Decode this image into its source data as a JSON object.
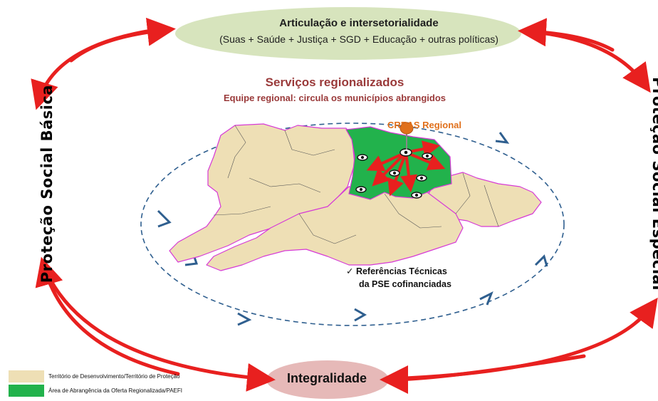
{
  "top_node": {
    "title": "Articulação e intersetorialidade",
    "subtitle": "(Suas + Saúde + Justiça + SGD + Educação + outras políticas)"
  },
  "left_label": "Proteção Social Básica",
  "right_label": "Proteção Social Especial",
  "center": {
    "title": "Serviços regionalizados",
    "subtitle": "Equipe regional: circula os municípios abrangidos"
  },
  "creas_label": "CREAS Regional",
  "references": {
    "line1": "✓  Referências Técnicas",
    "line2": "da PSE cofinanciadas"
  },
  "bottom_node": {
    "title": "Integralidade"
  },
  "legend": [
    {
      "label": "Território de Desenvolvimento/Território de Proteção",
      "color": "#eedfb5"
    },
    {
      "label": "Área de Abrangência da Oferta Regionalizada/PAEFI",
      "color": "#22b24c"
    }
  ],
  "colors": {
    "top_ellipse": "#d7e4bd",
    "bottom_ellipse": "#e6b9b8",
    "red_arrow": "#e8201f",
    "dashed_cycle": "#2f5f8f",
    "map_beige": "#eedfb5",
    "map_green": "#22b24c",
    "map_border": "#d63ad6",
    "pin": "#e0701c"
  },
  "icons": [
    "pin-icon",
    "target-icon"
  ]
}
